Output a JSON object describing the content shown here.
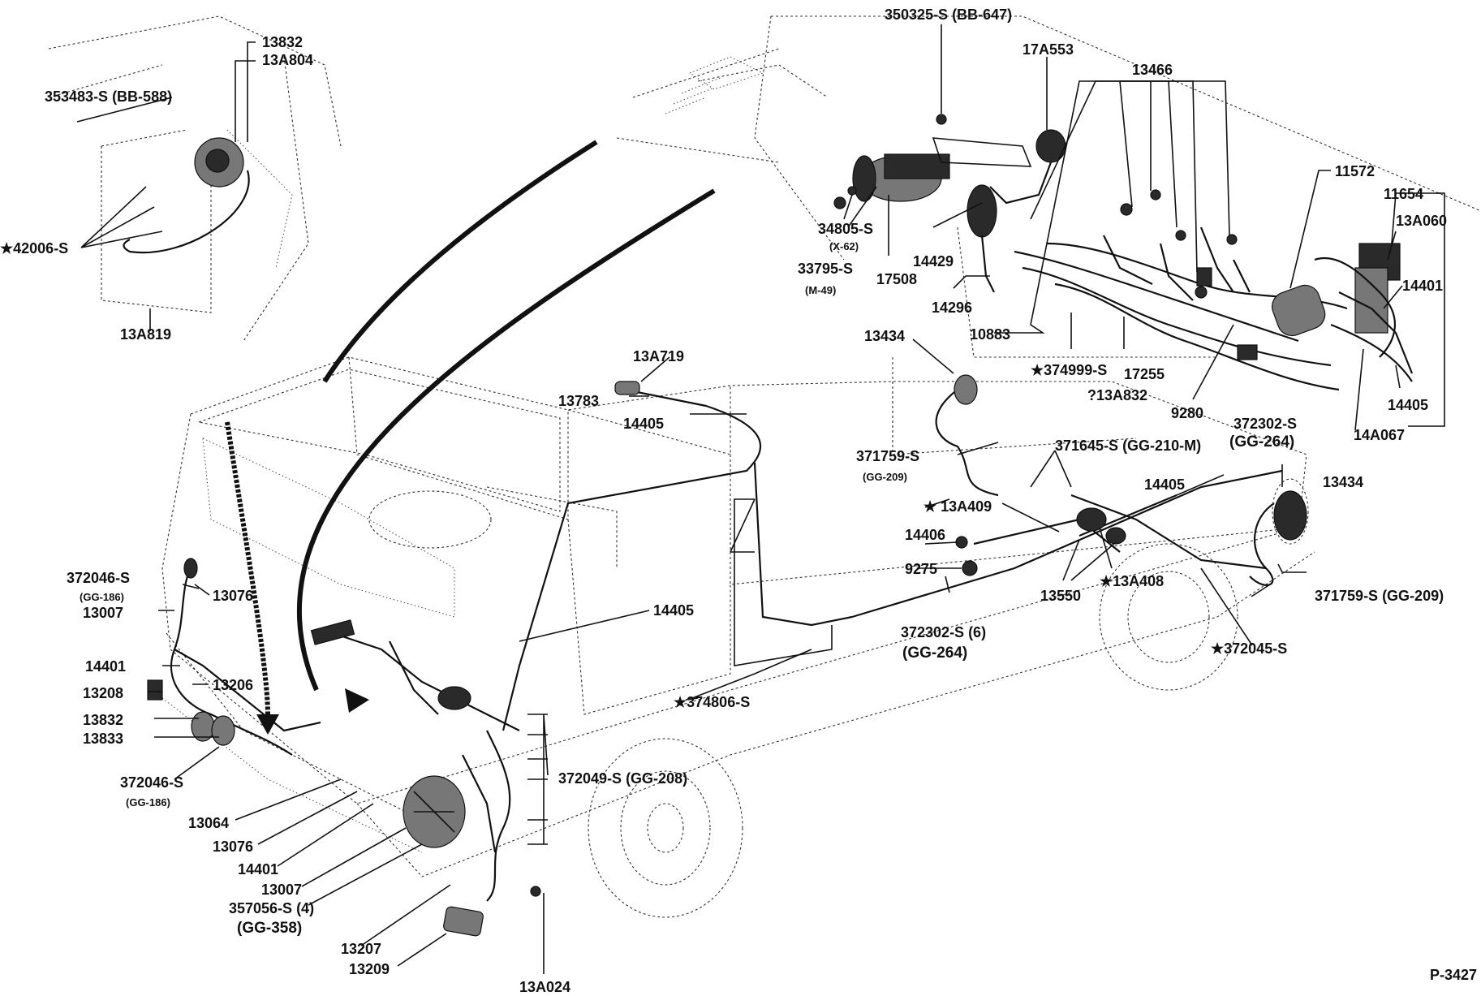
{
  "figure_id": "P-3427",
  "labels": {
    "l_353483": "353483-S (BB-588)",
    "l_13832_top": "13832",
    "l_13A804": "13A804",
    "l_42006": "★42006-S",
    "l_13A819": "13A819",
    "l_350325": "350325-S (BB-647)",
    "l_17A553": "17A553",
    "l_13466": "13466",
    "l_34805": "34805-S",
    "l_x62": "(X-62)",
    "l_33795": "33795-S",
    "l_m49": "(M-49)",
    "l_14429": "14429",
    "l_17508": "17508",
    "l_14296": "14296",
    "l_11572": "11572",
    "l_11654": "11654",
    "l_13A060": "13A060",
    "l_14401_r": "14401",
    "l_14405_r": "14405",
    "l_14A067": "14A067",
    "l_10883": "10883",
    "l_374999": "★374999-S",
    "l_17255": "17255",
    "l_13A832": "?13A832",
    "l_9280": "9280",
    "l_13434_t": "13434",
    "l_13A719": "13A719",
    "l_13783": "13783",
    "l_14405_t": "14405",
    "l_371759_a": "371759-S",
    "l_gg209_a": "(GG-209)",
    "l_371645": "371645-S (GG-210-M)",
    "l_372302_a": "372302-S",
    "l_gg264_a": "(GG-264)",
    "l_13A409": "★ 13A409",
    "l_14405_m": "14405",
    "l_13434_r": "13434",
    "l_14406": "14406",
    "l_9275": "9275",
    "l_13550": "13550",
    "l_13A408": "★13A408",
    "l_371759_b": "371759-S (GG-209)",
    "l_372302_b": "372302-S (6)",
    "l_gg264_b": "(GG-264)",
    "l_372045": "★372045-S",
    "l_372046_a": "372046-S",
    "l_gg186_a": "(GG-186)",
    "l_13076_a": "13076",
    "l_13007_a": "13007",
    "l_14401_a": "14401",
    "l_13206": "13206",
    "l_13208": "13208",
    "l_13832_b": "13832",
    "l_13833": "13833",
    "l_14405_c": "14405",
    "l_374806": "★374806-S",
    "l_372049": "372049-S (GG-208)",
    "l_372046_b": "372046-S",
    "l_gg186_b": "(GG-186)",
    "l_13064": "13064",
    "l_13076_b": "13076",
    "l_14401_b": "14401",
    "l_13007_b": "13007",
    "l_357056": "357056-S (4)",
    "l_gg358": "(GG-358)",
    "l_13207": "13207",
    "l_13209": "13209",
    "l_13A024": "13A024"
  }
}
